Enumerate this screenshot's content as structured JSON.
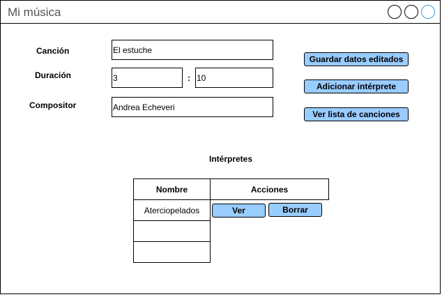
{
  "window": {
    "title": "Mi música"
  },
  "form": {
    "song_label": "Canción",
    "song_value": "El estuche",
    "duration_label": "Duración",
    "duration_minutes": "3",
    "duration_separator": ":",
    "duration_seconds": "10",
    "composer_label": "Compositor",
    "composer_value": "Andrea Echeveri"
  },
  "actions": {
    "save": "Guardar datos editados",
    "add_performer": "Adicionar intérprete",
    "song_list": "Ver lista de canciones"
  },
  "performers": {
    "title": "Intérpretes",
    "col_name": "Nombre",
    "col_actions": "Acciones",
    "rows": [
      {
        "name": "Aterciopelados",
        "view_label": "Ver",
        "delete_label": "Borrar"
      }
    ]
  }
}
